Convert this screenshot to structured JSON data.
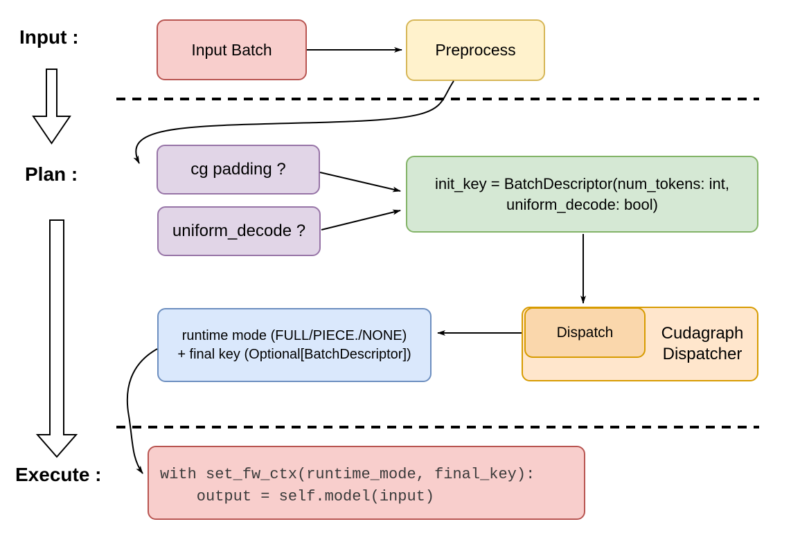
{
  "labels": {
    "input": "Input :",
    "plan": "Plan :",
    "execute": "Execute :"
  },
  "nodes": {
    "input_batch": "Input Batch",
    "preprocess": "Preprocess",
    "cg_padding": "cg padding ?",
    "uniform_decode": "uniform_decode ?",
    "init_key_line1": "init_key = BatchDescriptor(num_tokens: int,",
    "init_key_line2": "uniform_decode: bool)",
    "runtime_mode_line1": "runtime mode (FULL/PIECE./NONE)",
    "runtime_mode_line2": "+ final key (Optional[BatchDescriptor])",
    "dispatch": "Dispatch",
    "cudagraph_line1": "Cudagraph",
    "cudagraph_line2": "Dispatcher",
    "code_line1": "with set_fw_ctx(runtime_mode, final_key):",
    "code_line2": "    output = self.model(input)"
  },
  "colors": {
    "red_fill": "#f8cecc",
    "red_stroke": "#b85450",
    "yellow_fill": "#fff2cc",
    "yellow_stroke": "#d6b656",
    "purple_fill": "#e1d5e7",
    "purple_stroke": "#9673a6",
    "green_fill": "#d5e8d4",
    "green_stroke": "#82b366",
    "blue_fill": "#dae8fc",
    "blue_stroke": "#6c8ebf",
    "orange_fill": "#ffe6cc",
    "orange_stroke": "#d79b00",
    "orange_inner_fill": "#fad7ac",
    "line_color": "#000000",
    "code_text": "#3a3a3a"
  }
}
